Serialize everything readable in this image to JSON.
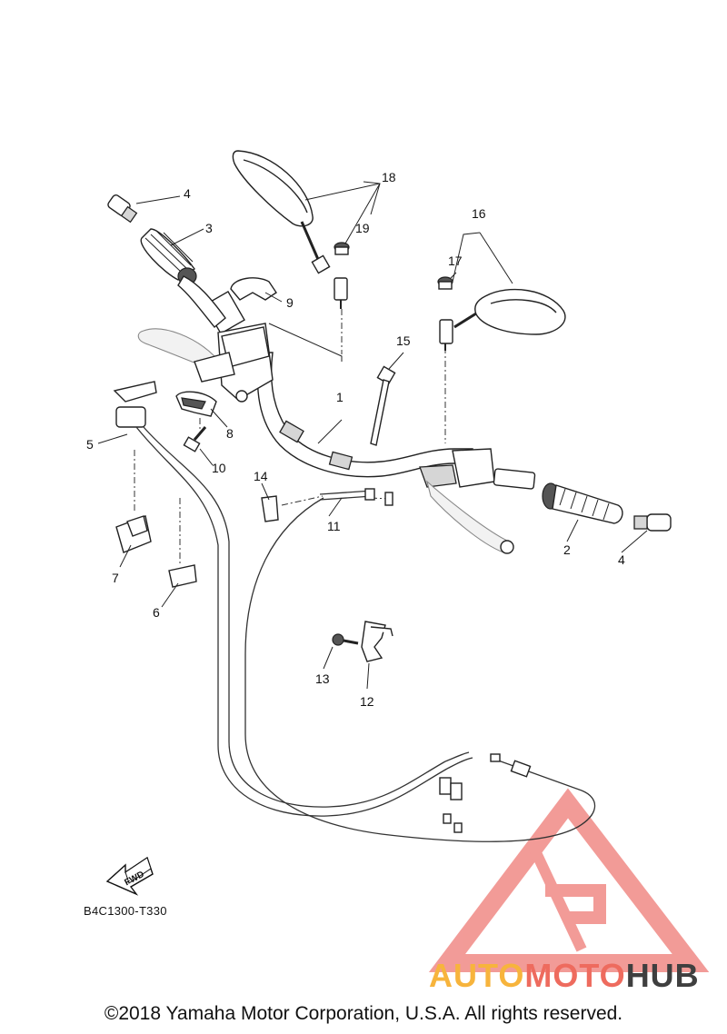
{
  "callouts": [
    {
      "id": "1",
      "label": "1"
    },
    {
      "id": "2",
      "label": "2"
    },
    {
      "id": "3",
      "label": "3"
    },
    {
      "id": "4a",
      "label": "4"
    },
    {
      "id": "4b",
      "label": "4"
    },
    {
      "id": "5",
      "label": "5"
    },
    {
      "id": "6",
      "label": "6"
    },
    {
      "id": "7",
      "label": "7"
    },
    {
      "id": "8",
      "label": "8"
    },
    {
      "id": "9",
      "label": "9"
    },
    {
      "id": "10",
      "label": "10"
    },
    {
      "id": "11",
      "label": "11"
    },
    {
      "id": "12",
      "label": "12"
    },
    {
      "id": "13",
      "label": "13"
    },
    {
      "id": "14",
      "label": "14"
    },
    {
      "id": "15",
      "label": "15"
    },
    {
      "id": "16",
      "label": "16"
    },
    {
      "id": "17",
      "label": "17"
    },
    {
      "id": "18",
      "label": "18"
    },
    {
      "id": "19",
      "label": "19"
    }
  ],
  "fwd_label": "FWD",
  "diagram_code": "B4C1300-T330",
  "watermark": {
    "part1": "AUTO",
    "part2": "MOTO",
    "part3": "HUB",
    "color_auto": "#f7b43c",
    "color_moto": "#ee6b5e",
    "color_hub": "#3f3f3f",
    "triangle_color": "#f08a86"
  },
  "copyright": "©2018 Yamaha Motor Corporation, U.S.A. All rights reserved."
}
